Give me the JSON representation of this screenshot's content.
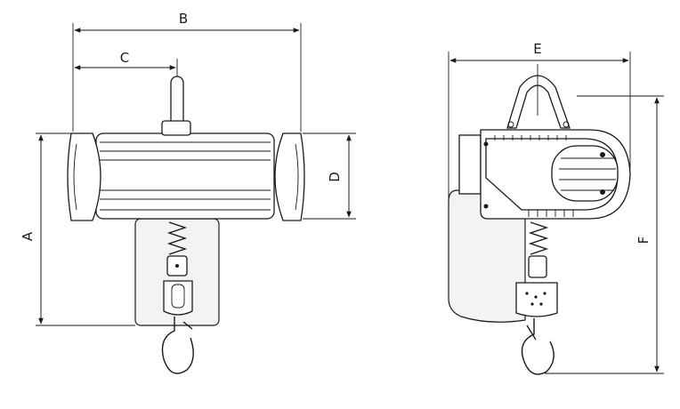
{
  "dimensions": {
    "a": "A",
    "b": "B",
    "c": "C",
    "d": "D",
    "e": "E",
    "f": "F"
  }
}
